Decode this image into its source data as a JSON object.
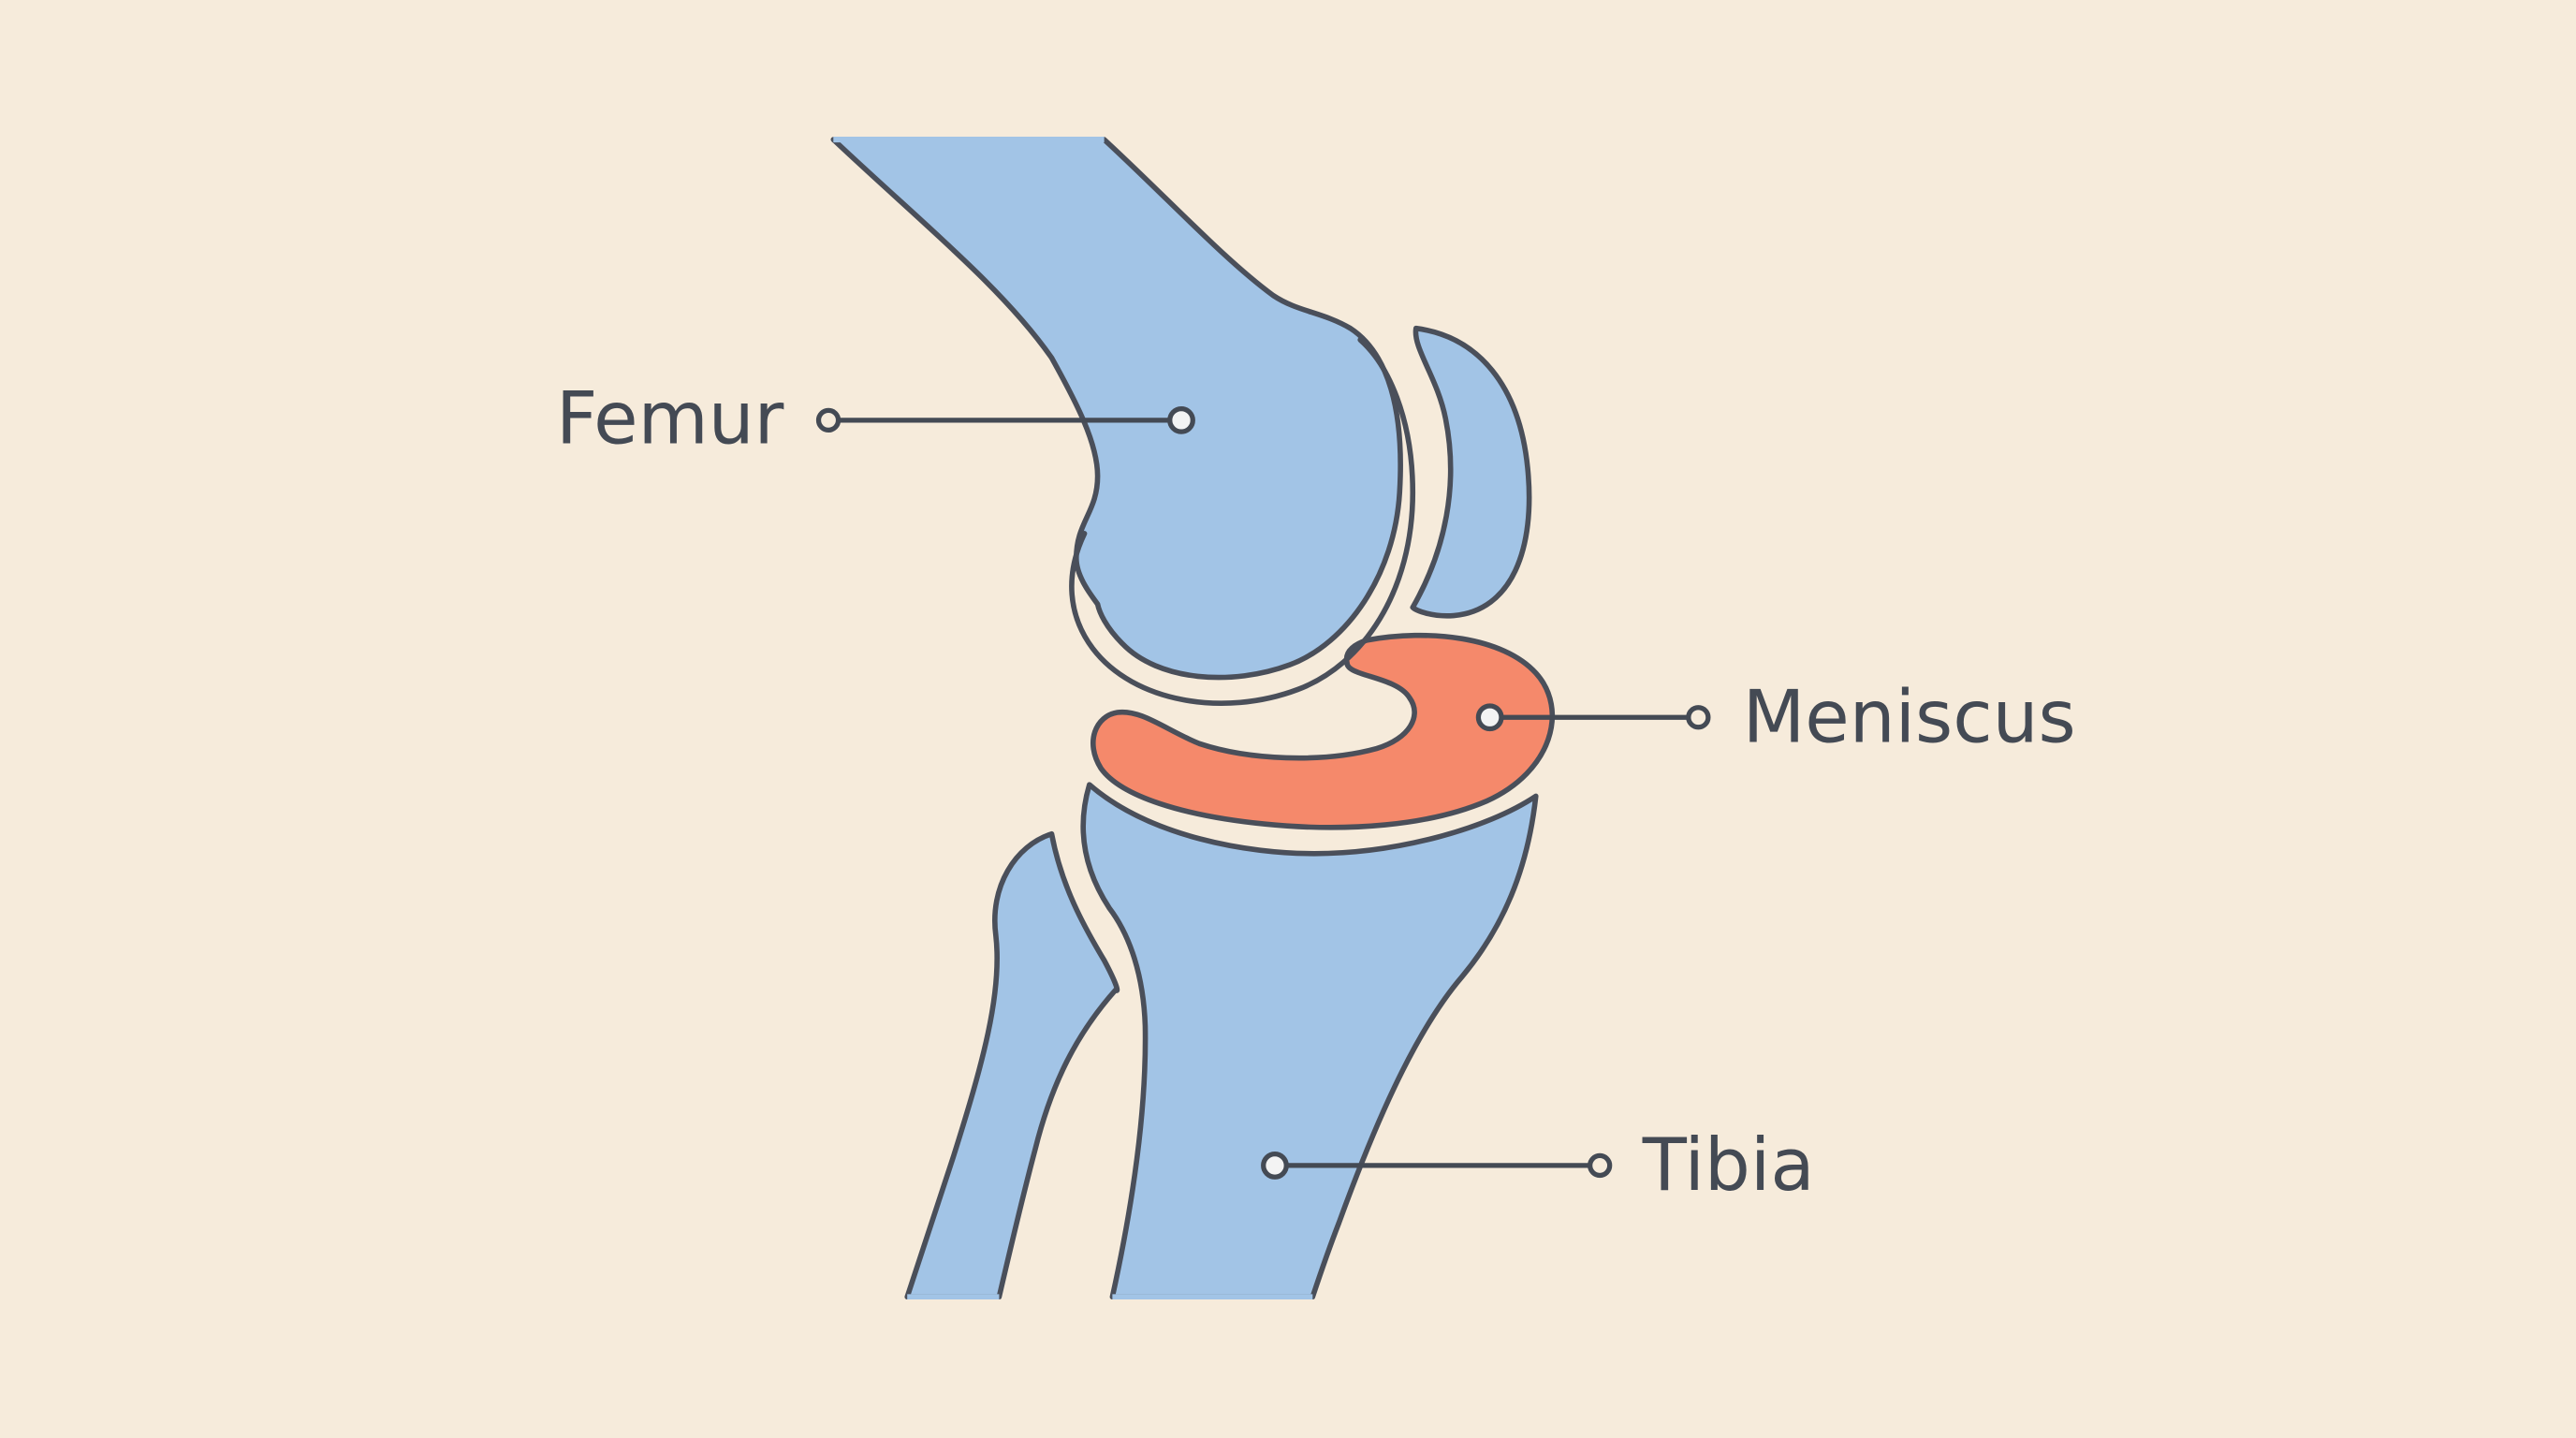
{
  "labels": {
    "femur": "Femur",
    "meniscus": "Meniscus",
    "tibia": "Tibia"
  },
  "colors": {
    "background": "#f6ebdb",
    "bone": "#a2c4e6",
    "meniscus": "#f5896b",
    "outline": "#4a4f5a"
  }
}
